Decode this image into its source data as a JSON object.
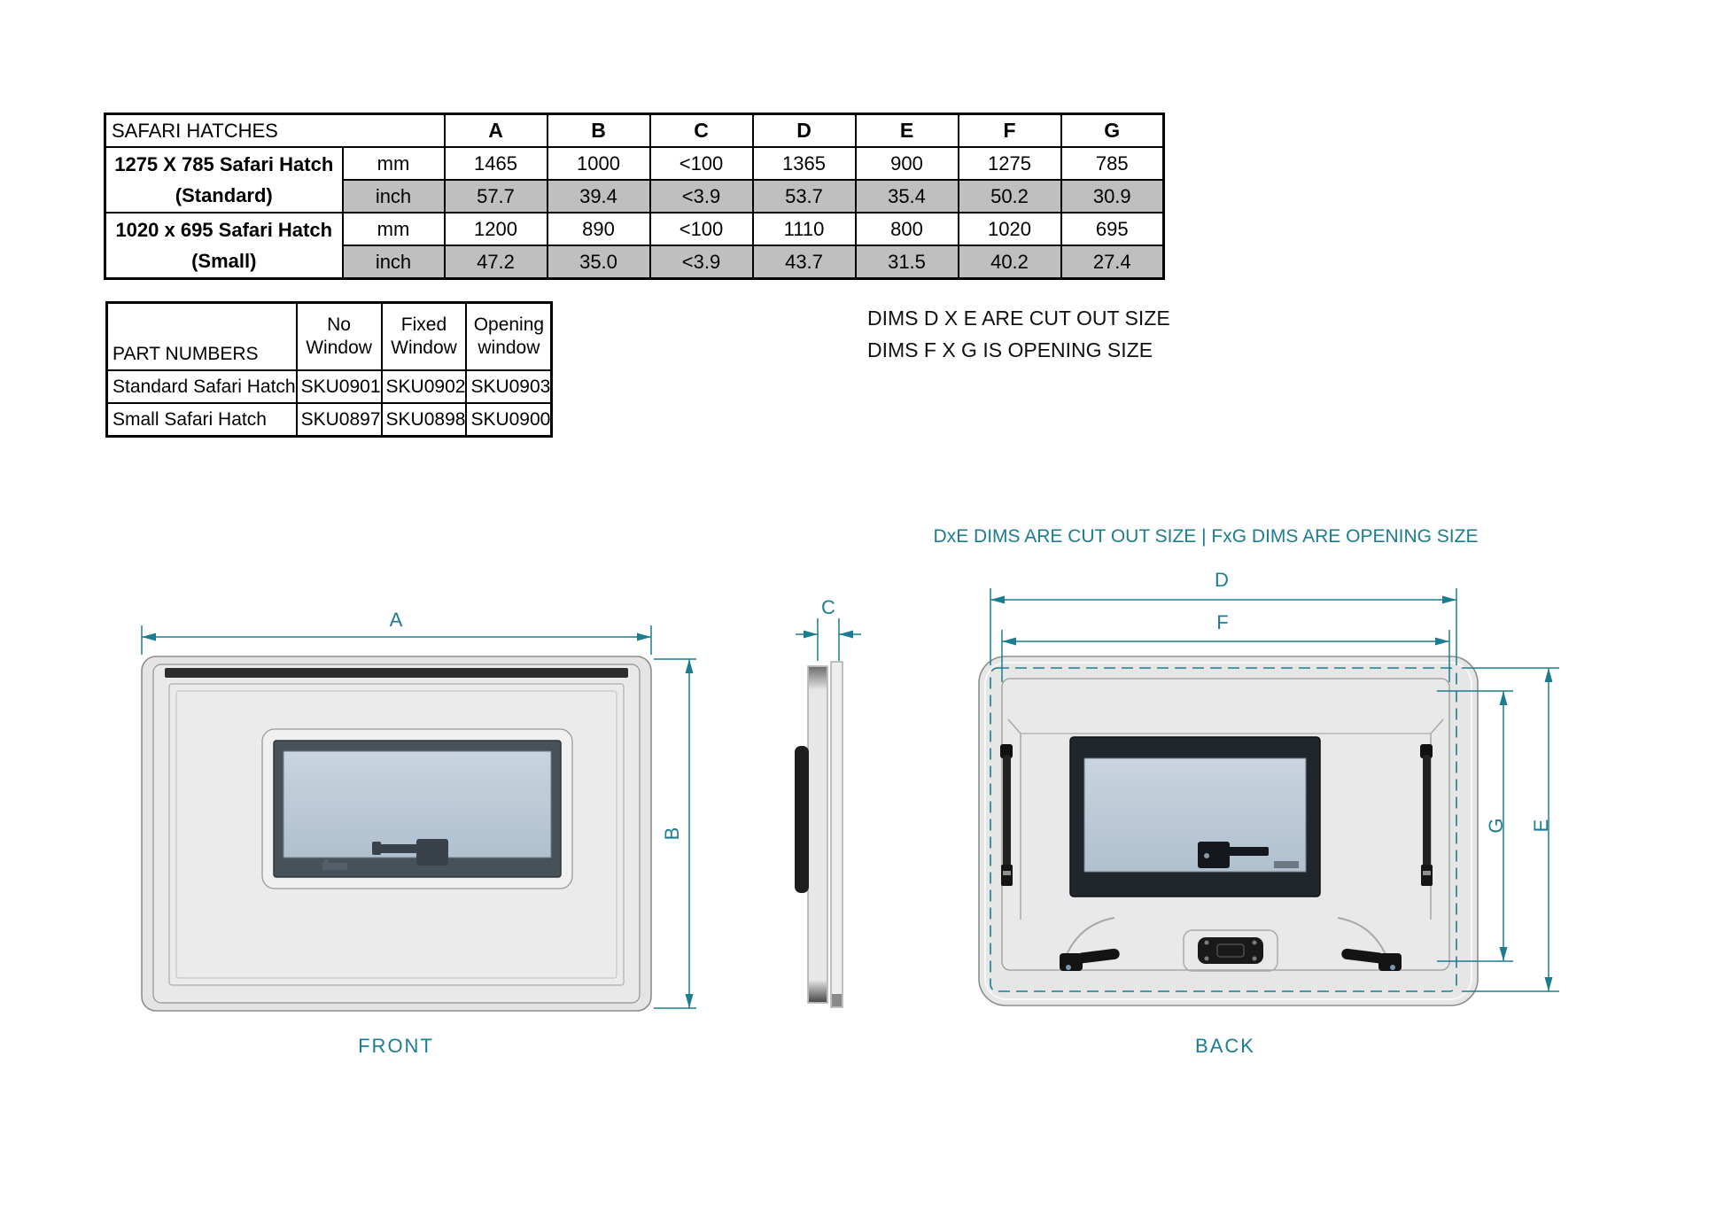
{
  "spec_table": {
    "title": "SAFARI HATCHES",
    "dim_headers": [
      "A",
      "B",
      "C",
      "D",
      "E",
      "F",
      "G"
    ],
    "unit_mm": "mm",
    "unit_inch": "inch",
    "rows": [
      {
        "name_line1": "1275 X 785 Safari Hatch",
        "name_line2": "(Standard)",
        "mm": [
          "1465",
          "1000",
          "<100",
          "1365",
          "900",
          "1275",
          "785"
        ],
        "inch": [
          "57.7",
          "39.4",
          "<3.9",
          "53.7",
          "35.4",
          "50.2",
          "30.9"
        ]
      },
      {
        "name_line1": "1020 x 695 Safari Hatch",
        "name_line2": "(Small)",
        "mm": [
          "1200",
          "890",
          "<100",
          "1110",
          "800",
          "1020",
          "695"
        ],
        "inch": [
          "47.2",
          "35.0",
          "<3.9",
          "43.7",
          "31.5",
          "40.2",
          "27.4"
        ]
      }
    ]
  },
  "part_table": {
    "title": "PART NUMBERS",
    "col_headers": [
      "No Window",
      "Fixed Window",
      "Opening window"
    ],
    "rows": [
      {
        "name": "Standard Safari Hatch",
        "parts": [
          "SKU0901",
          "SKU0902",
          "SKU0903"
        ]
      },
      {
        "name": "Small Safari Hatch",
        "parts": [
          "SKU0897",
          "SKU0898",
          "SKU0900"
        ]
      }
    ]
  },
  "notes": {
    "line1": "DIMS D X E ARE CUT OUT SIZE",
    "line2": "DIMS F X G IS OPENING SIZE"
  },
  "drawing": {
    "annotation": "DxE DIMS ARE CUT OUT SIZE | FxG DIMS ARE OPENING SIZE",
    "front_label": "FRONT",
    "back_label": "BACK",
    "dim_labels": {
      "a": "A",
      "b": "B",
      "c": "C",
      "d": "D",
      "e": "E",
      "f": "F",
      "g": "G"
    },
    "colors": {
      "dimension_teal": "#1b7d8f",
      "hatch_body": "#e6e6e6",
      "window_frame_front": "#46515a",
      "window_frame_back": "#20262c",
      "glass": "#b5c4d3",
      "hardware_black": "#1a1a1a",
      "table_gray_row": "#bfbfbf"
    }
  }
}
